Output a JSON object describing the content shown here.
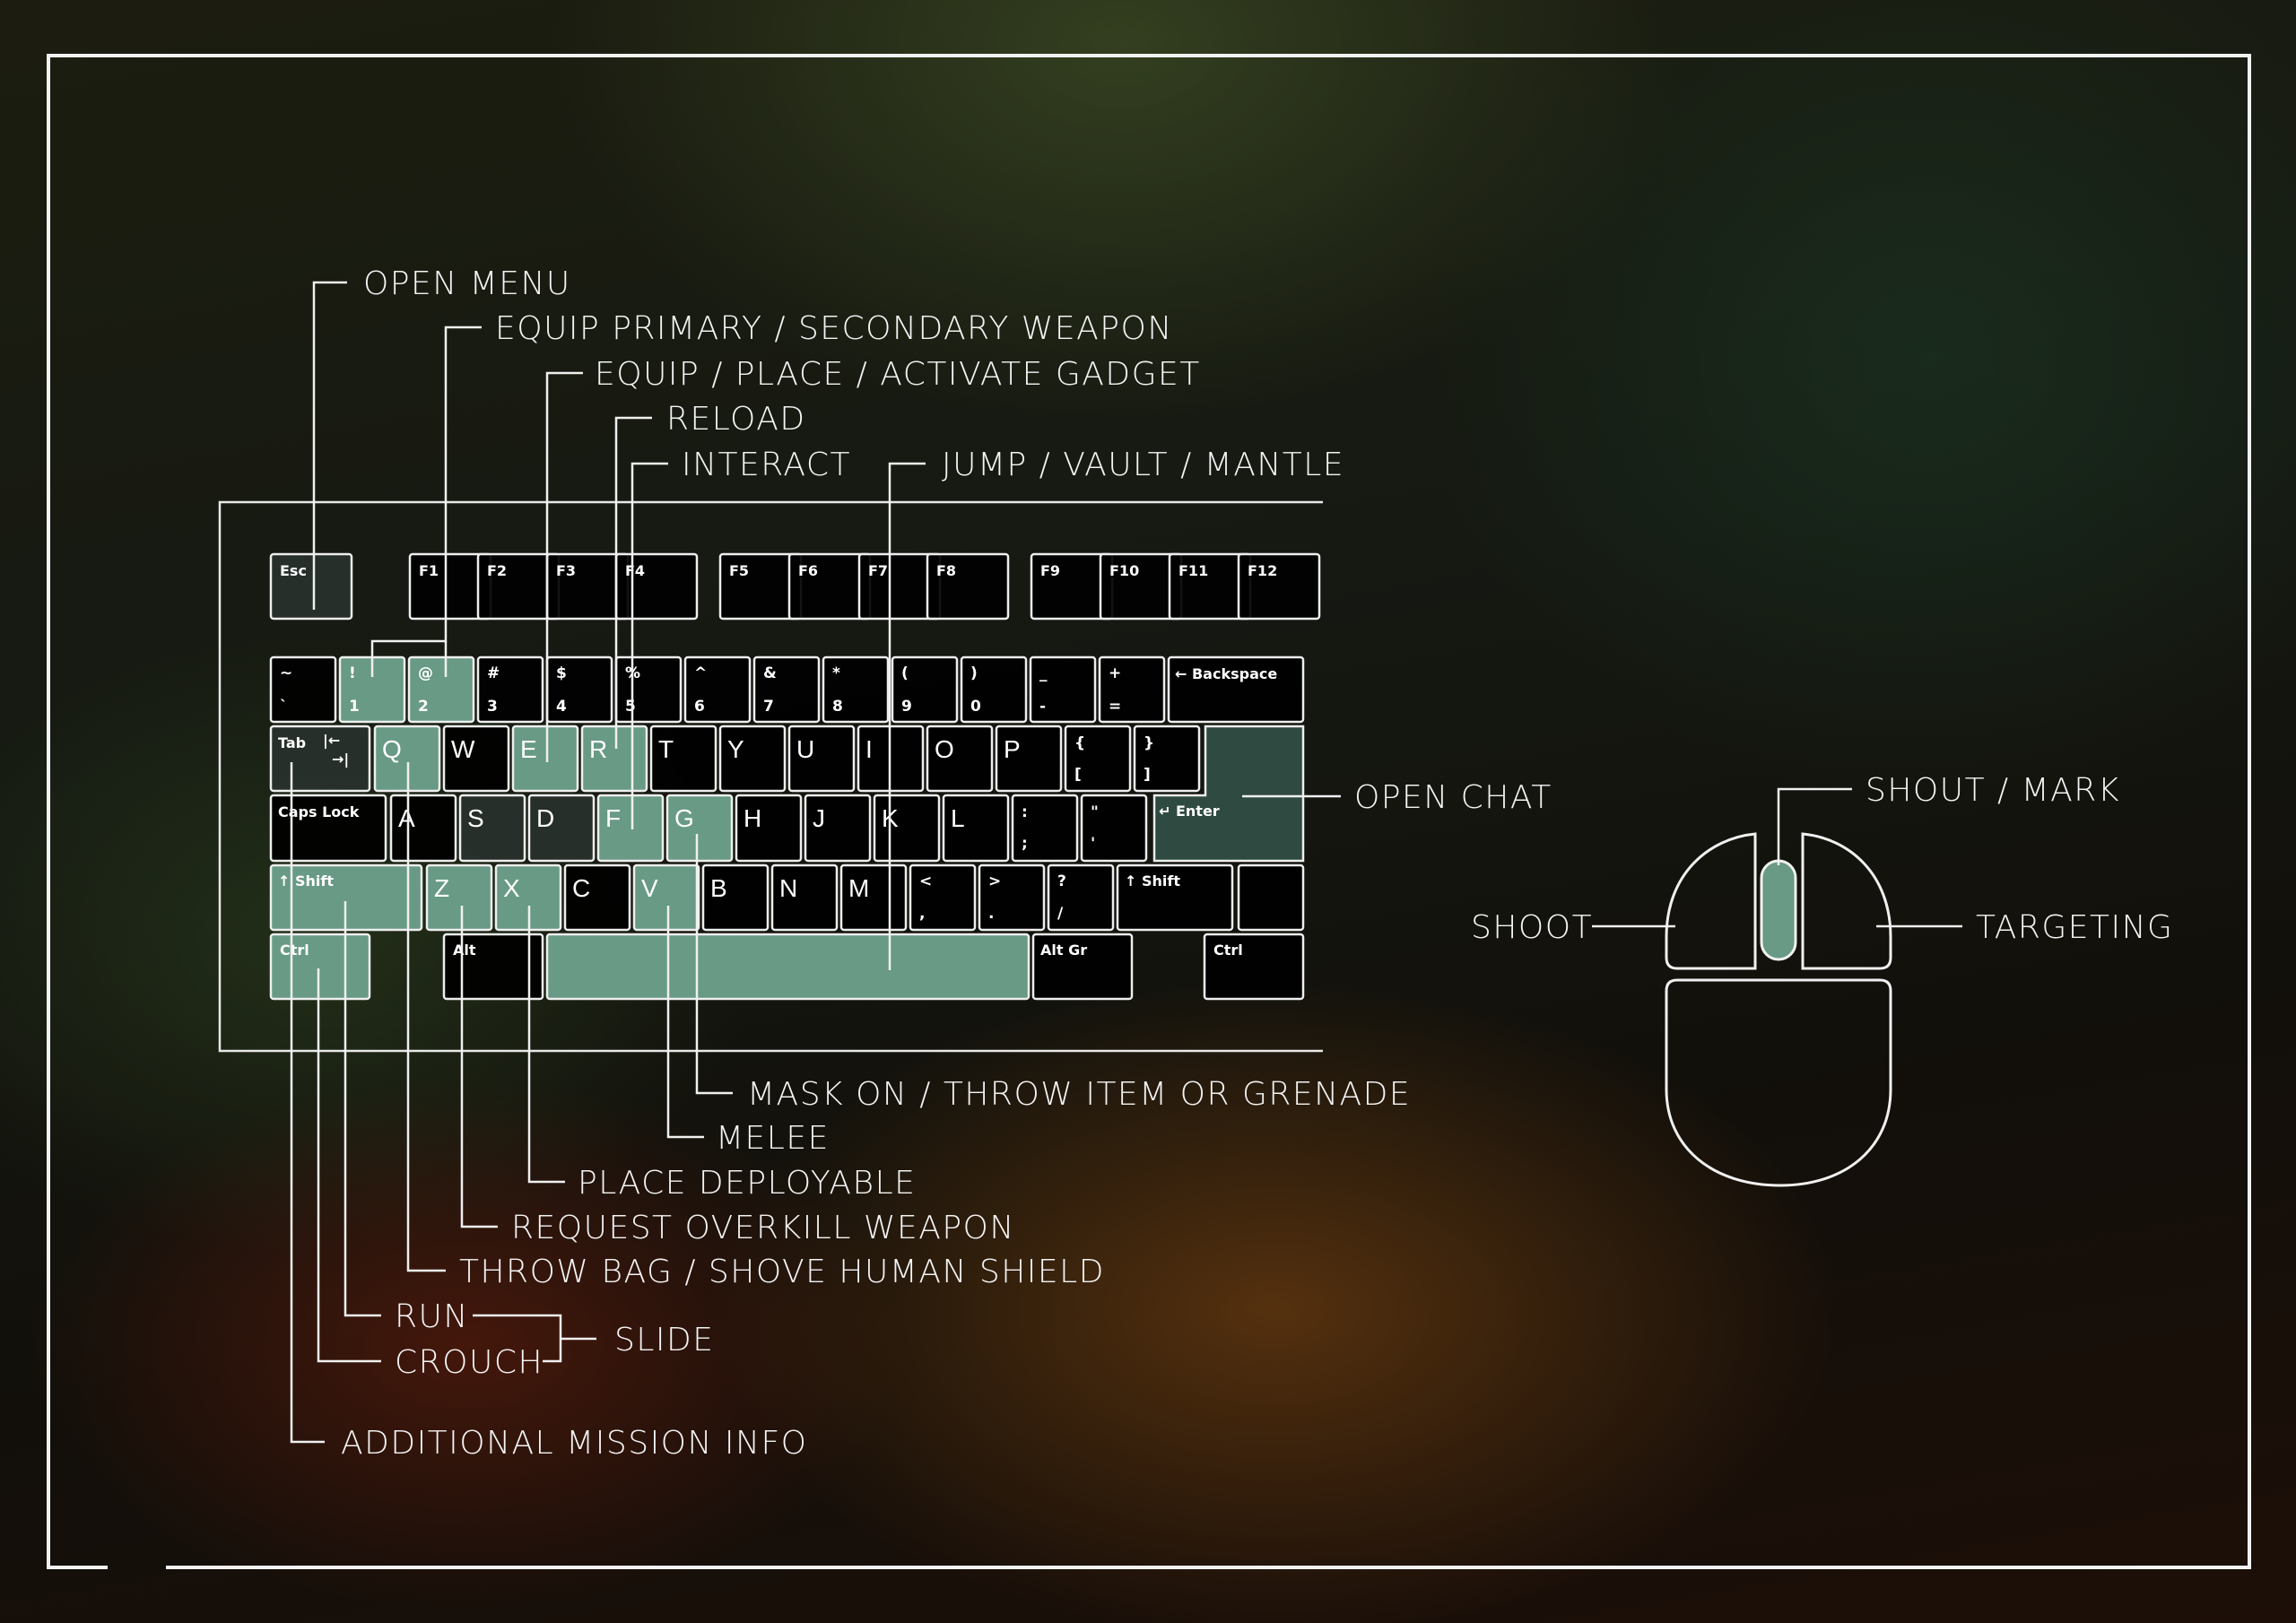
{
  "colors": {
    "highlight": "#689a86",
    "highlight_dark": "#2f4a40",
    "line": "#f0f0f0"
  },
  "keyboard": {
    "function_row": [
      "Esc",
      "F1",
      "F2",
      "F3",
      "F4",
      "F5",
      "F6",
      "F7",
      "F8",
      "F9",
      "F10",
      "F11",
      "F12"
    ],
    "number_row": [
      {
        "top": "~",
        "bottom": "`"
      },
      {
        "top": "!",
        "bottom": "1"
      },
      {
        "top": "@",
        "bottom": "2"
      },
      {
        "top": "#",
        "bottom": "3"
      },
      {
        "top": "$",
        "bottom": "4"
      },
      {
        "top": "%",
        "bottom": "5"
      },
      {
        "top": "^",
        "bottom": "6"
      },
      {
        "top": "&",
        "bottom": "7"
      },
      {
        "top": "*",
        "bottom": "8"
      },
      {
        "top": "(",
        "bottom": "9"
      },
      {
        "top": ")",
        "bottom": "0"
      },
      {
        "top": "_",
        "bottom": "-"
      },
      {
        "top": "+",
        "bottom": "="
      },
      {
        "top": "← Backspace",
        "bottom": ""
      }
    ],
    "tab_label": "Tab",
    "tab_arrows": "|←\n→|",
    "top_letters": [
      "Q",
      "W",
      "E",
      "R",
      "T",
      "Y",
      "U",
      "I",
      "O",
      "P"
    ],
    "brackets": [
      {
        "top": "{",
        "bottom": "["
      },
      {
        "top": "}",
        "bottom": "]"
      }
    ],
    "caps_label": "Caps Lock",
    "home_letters": [
      "A",
      "S",
      "D",
      "F",
      "G",
      "H",
      "J",
      "K",
      "L"
    ],
    "home_symbols": [
      {
        "top": ":",
        "bottom": ";"
      },
      {
        "top": "\"",
        "bottom": "'"
      }
    ],
    "enter_label": "↵ Enter",
    "shift_left": "↑ Shift",
    "bottom_letters": [
      "Z",
      "X",
      "C",
      "V",
      "B",
      "N",
      "M"
    ],
    "bottom_symbols": [
      {
        "top": "<",
        "bottom": ","
      },
      {
        "top": ">",
        "bottom": "."
      },
      {
        "top": "?",
        "bottom": "/"
      }
    ],
    "shift_right": "↑ Shift",
    "ctrl_left": "Ctrl",
    "alt": "Alt",
    "alt_gr": "Alt Gr",
    "ctrl_right": "Ctrl"
  },
  "labels": {
    "open_menu": "OPEN MENU",
    "equip_weapon": "EQUIP PRIMARY / SECONDARY WEAPON",
    "gadget": "EQUIP / PLACE / ACTIVATE GADGET",
    "reload": "RELOAD",
    "interact": "INTERACT",
    "jump": "JUMP / VAULT / MANTLE",
    "open_chat": "OPEN CHAT",
    "mask_on": "MASK ON / THROW ITEM OR GRENADE",
    "melee": "MELEE",
    "place_deployable": "PLACE DEPLOYABLE",
    "overkill": "REQUEST OVERKILL WEAPON",
    "throw_bag": "THROW BAG / SHOVE HUMAN SHIELD",
    "run": "RUN",
    "crouch": "CROUCH",
    "slide": "SLIDE",
    "mission_info": "ADDITIONAL MISSION INFO",
    "shout": "SHOUT / MARK",
    "shoot": "SHOOT",
    "targeting": "TARGETING"
  }
}
